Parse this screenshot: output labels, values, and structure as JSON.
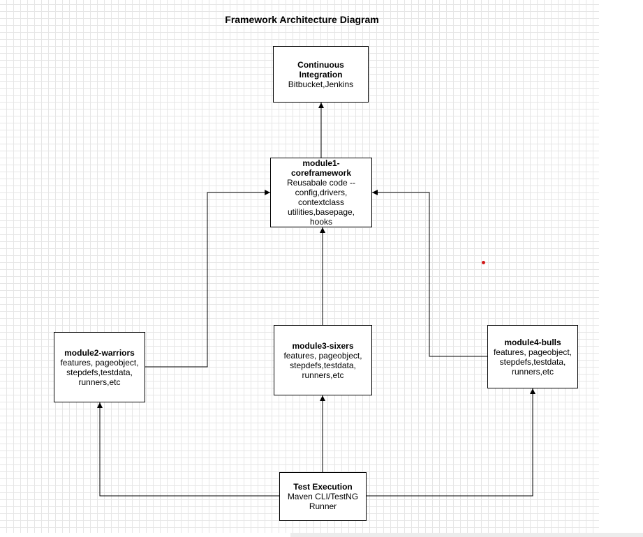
{
  "diagram": {
    "title": "Framework Architecture Diagram",
    "nodes": {
      "ci": {
        "head": "Continuous Integration",
        "lines": [
          "Bitbucket,Jenkins"
        ]
      },
      "core": {
        "head": "module1-coreframework",
        "lines": [
          "Reusabale code --",
          "config,drivers,",
          "contextclass",
          "utilities,basepage,",
          "hooks"
        ]
      },
      "warriors": {
        "head": "module2-warriors",
        "lines": [
          "features, pageobject,",
          "stepdefs,testdata,",
          "runners,etc"
        ]
      },
      "sixers": {
        "head": "module3-sixers",
        "lines": [
          "features, pageobject,",
          "stepdefs,testdata,",
          "runners,etc"
        ]
      },
      "bulls": {
        "head": "module4-bulls",
        "lines": [
          "features, pageobject,",
          "stepdefs,testdata,",
          "runners,etc"
        ]
      },
      "exec": {
        "head": "Test Execution",
        "lines": [
          "Maven CLI/TestNG",
          "Runner"
        ]
      }
    },
    "edges": [
      {
        "from": "core",
        "to": "ci"
      },
      {
        "from": "warriors",
        "to": "core"
      },
      {
        "from": "sixers",
        "to": "core"
      },
      {
        "from": "bulls",
        "to": "core"
      },
      {
        "from": "exec",
        "to": "warriors"
      },
      {
        "from": "exec",
        "to": "sixers"
      },
      {
        "from": "exec",
        "to": "bulls"
      }
    ],
    "colors": {
      "line": "#000000",
      "grid": "#e6e6e6",
      "marker_dot": "#d11a1a"
    }
  }
}
